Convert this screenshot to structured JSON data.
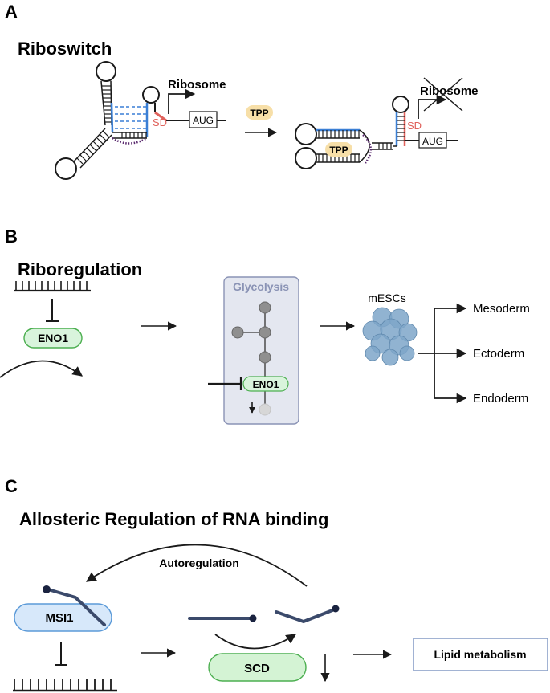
{
  "panelA": {
    "letter": "A",
    "title": "Riboswitch",
    "ribosome_on": "Ribosome",
    "ribosome_off": "Ribosome",
    "sd_left": "SD",
    "sd_right": "SD",
    "aug_left": "AUG",
    "aug_right": "AUG",
    "tpp_arrow": "TPP",
    "tpp_bound": "TPP"
  },
  "panelB": {
    "letter": "B",
    "title": "Riboregulation",
    "eno1_left": "ENO1",
    "glycolysis": "Glycolysis",
    "eno1_pathway": "ENO1",
    "mescs": "mESCs",
    "fates": [
      "Mesoderm",
      "Ectoderm",
      "Endoderm"
    ]
  },
  "panelC": {
    "letter": "C",
    "title": "Allosteric Regulation of RNA binding",
    "autoregulation": "Autoregulation",
    "msi1": "MSI1",
    "scd": "SCD",
    "lipid": "Lipid metabolism"
  },
  "colors": {
    "black": "#1a1a1a",
    "blue_stem": "#3a7fd5",
    "sd_red": "#e0625c",
    "purple": "#5a2a6e",
    "tpp_fill": "#f7dfa8",
    "eno_fill": "#d9f4dc",
    "eno_stroke": "#4caf50",
    "glyco_fill": "#e4e7f0",
    "glyco_stroke": "#8a93b5",
    "msi_fill": "#d7e8fa",
    "msi_stroke": "#5b9ad8",
    "scd_fill": "#d4f3d4",
    "scd_stroke": "#4caf50",
    "lipid_stroke": "#8aa0c8",
    "navy": "#3b4a6b",
    "cell": "#7ea6c9"
  }
}
